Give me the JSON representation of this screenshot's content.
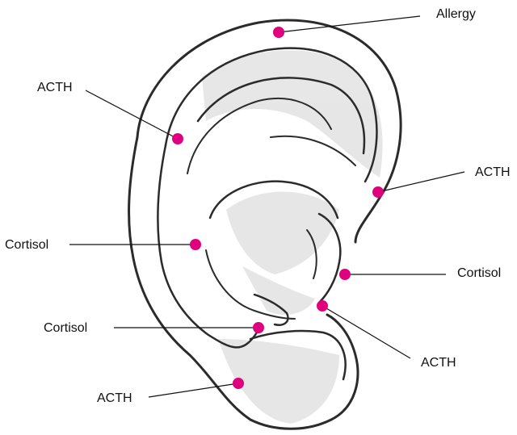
{
  "labels": {
    "allergy": "Allergy",
    "acth_upper_left": "ACTH",
    "acth_upper_right": "ACTH",
    "cortisol_left_mid": "Cortisol",
    "cortisol_right_mid": "Cortisol",
    "cortisol_left_low": "Cortisol",
    "acth_right_low": "ACTH",
    "acth_lobe": "ACTH"
  },
  "colors": {
    "point": "#e0007e",
    "line": "#111111",
    "sketch": "#2b2b2b"
  }
}
